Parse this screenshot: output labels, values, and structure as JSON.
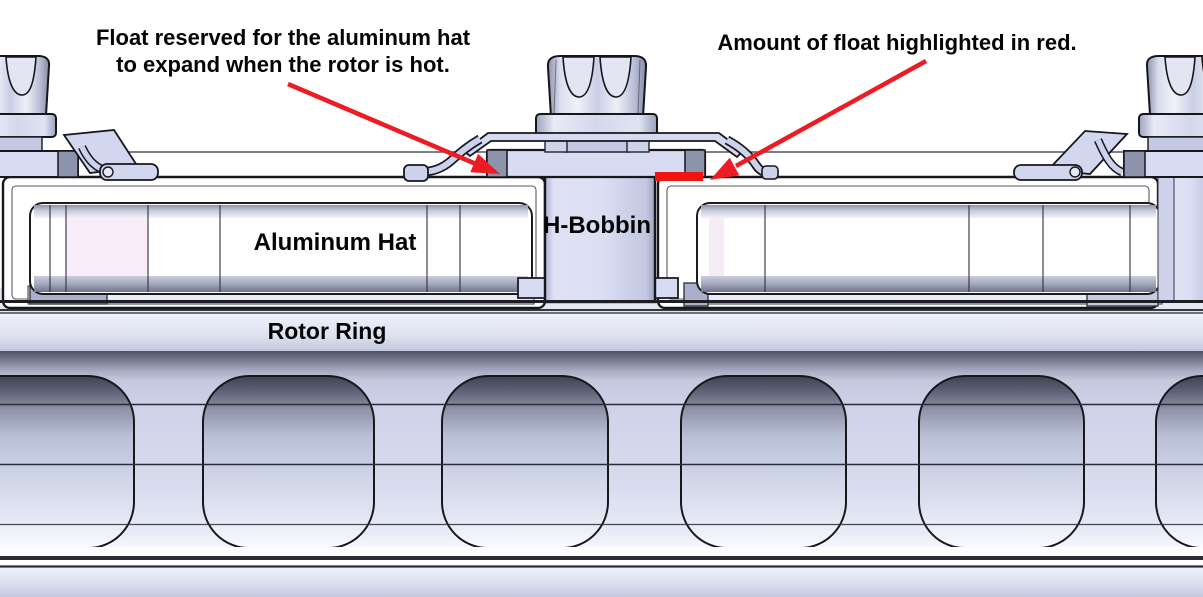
{
  "annotations": {
    "float_reserved": {
      "line1": "Float reserved for the aluminum hat",
      "line2": "to expand when the rotor is hot."
    },
    "float_highlight": {
      "text": "Amount of float highlighted in red."
    }
  },
  "part_labels": {
    "aluminum_hat": "Aluminum Hat",
    "h_bobbin": "H-Bobbin",
    "rotor_ring": "Rotor Ring"
  },
  "colors": {
    "highlight_red": "#ee1414",
    "arrow_red": "#ed1c24",
    "body_lavender": "#d8dcf2",
    "hat_white": "#fefefe",
    "magnet_pink": "#f8edf9",
    "outline_dark": "#17171c",
    "background": "#ffffff"
  }
}
